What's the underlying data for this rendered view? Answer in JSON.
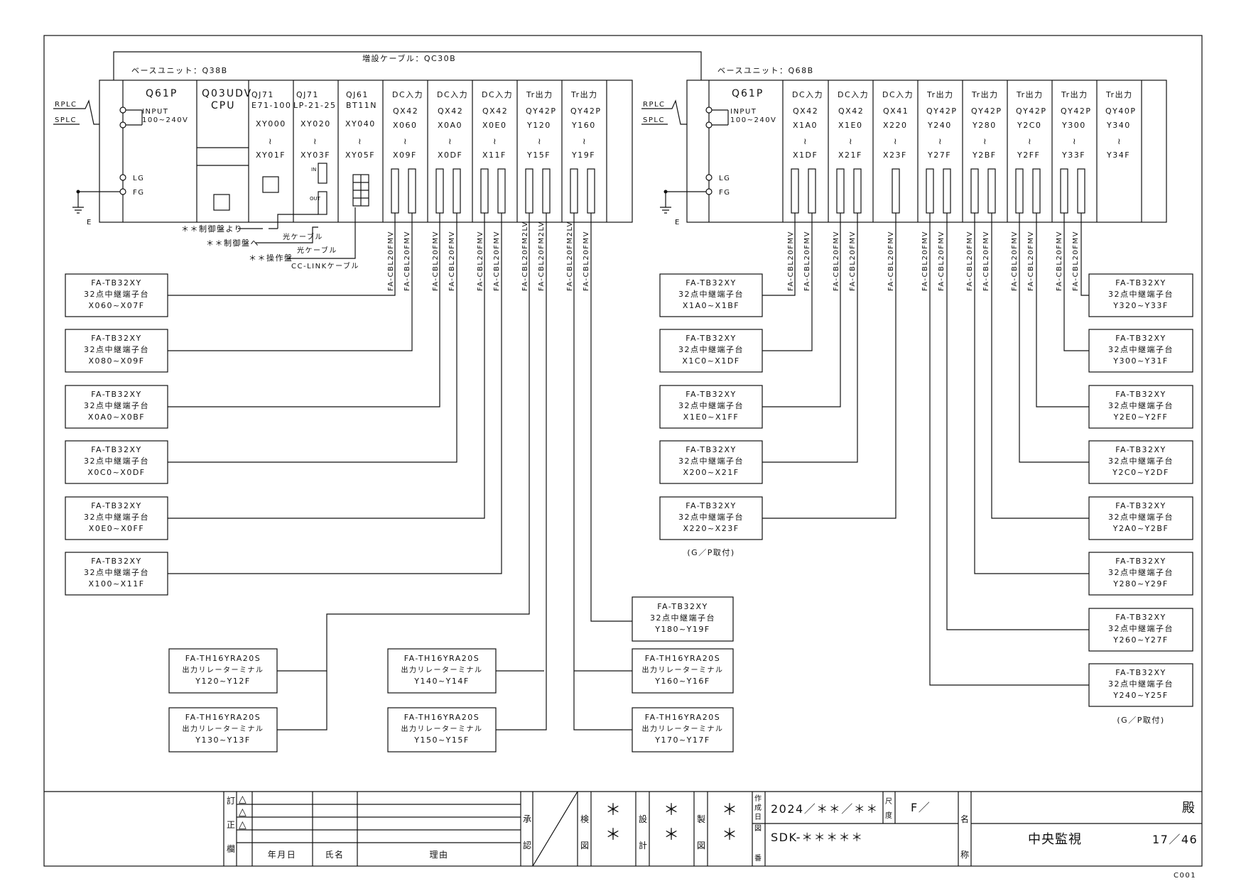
{
  "ext_cable": "増設ケーブル：QC30B",
  "left_base": {
    "base_label": "ベースユニット：Q38B",
    "psu": {
      "name": "Q61P",
      "input": "INPUT",
      "voltage": "100~240V",
      "rplc": "RPLC",
      "splc": "SPLC",
      "lg": "LG",
      "fg": "FG",
      "e": "E"
    },
    "cpu": {
      "name": "Q03UDV",
      "sub": "CPU"
    },
    "slots": [
      {
        "l1": "QJ71",
        "l2": "E71-100",
        "l3": "XY000",
        "l5": "XY01F"
      },
      {
        "l1": "QJ71",
        "l2": "LP-21-25",
        "l3": "XY020",
        "l5": "XY03F",
        "in": "IN",
        "out": "OUT"
      },
      {
        "l1": "QJ61",
        "l2": "BT11N",
        "l3": "XY040",
        "l5": "XY05F"
      },
      {
        "l1": "DC入力",
        "l2": "QX42",
        "l3": "X060",
        "l5": "X09F"
      },
      {
        "l1": "DC入力",
        "l2": "QX42",
        "l3": "X0A0",
        "l5": "X0DF"
      },
      {
        "l1": "DC入力",
        "l2": "QX42",
        "l3": "X0E0",
        "l5": "X11F"
      },
      {
        "l1": "Tr出力",
        "l2": "QY42P",
        "l3": "Y120",
        "l5": "Y15F"
      },
      {
        "l1": "Tr出力",
        "l2": "QY42P",
        "l3": "Y160",
        "l5": "Y19F"
      }
    ],
    "cables": [
      "FA-CBL20FMV",
      "FA-CBL20FMV",
      "FA-CBL20FMV",
      "FA-CBL20FMV",
      "FA-CBL20FMV",
      "FA-CBL20FMV",
      "FA-CBL20FM2LV",
      "FA-CBL20FM2LV",
      "FA-CBL20FM2LV",
      "FA-CBL20FMV"
    ],
    "notes": {
      "from_panel": "＊＊制御盤より",
      "to_panel": "＊＊制御盤へ",
      "op_panel": "＊＊操作盤",
      "opt1": "光ケーブル",
      "opt2": "光ケーブル",
      "cclink": "CC-LINKケーブル"
    },
    "terminals": [
      {
        "l1": "FA-TB32XY",
        "l2": "32点中継端子台",
        "l3": "X060~X07F"
      },
      {
        "l1": "FA-TB32XY",
        "l2": "32点中継端子台",
        "l3": "X080~X09F"
      },
      {
        "l1": "FA-TB32XY",
        "l2": "32点中継端子台",
        "l3": "X0A0~X0BF"
      },
      {
        "l1": "FA-TB32XY",
        "l2": "32点中継端子台",
        "l3": "X0C0~X0DF"
      },
      {
        "l1": "FA-TB32XY",
        "l2": "32点中継端子台",
        "l3": "X0E0~X0FF"
      },
      {
        "l1": "FA-TB32XY",
        "l2": "32点中継端子台",
        "l3": "X100~X11F"
      }
    ],
    "relays": [
      {
        "l1": "FA-TH16YRA20S",
        "l2": "出力リレーターミナル",
        "l3": "Y120~Y12F"
      },
      {
        "l1": "FA-TH16YRA20S",
        "l2": "出力リレーターミナル",
        "l3": "Y130~Y13F"
      },
      {
        "l1": "FA-TH16YRA20S",
        "l2": "出力リレーターミナル",
        "l3": "Y140~Y14F"
      },
      {
        "l1": "FA-TH16YRA20S",
        "l2": "出力リレーターミナル",
        "l3": "Y150~Y15F"
      },
      {
        "l1": "FA-TB32XY",
        "l2": "32点中継端子台",
        "l3": "Y180~Y19F"
      },
      {
        "l1": "FA-TH16YRA20S",
        "l2": "出力リレーターミナル",
        "l3": "Y160~Y16F"
      },
      {
        "l1": "FA-TH16YRA20S",
        "l2": "出力リレーターミナル",
        "l3": "Y170~Y17F"
      }
    ]
  },
  "right_base": {
    "base_label": "ベースユニット：Q68B",
    "psu": {
      "name": "Q61P",
      "input": "INPUT",
      "voltage": "100~240V",
      "rplc": "RPLC",
      "splc": "SPLC",
      "lg": "LG",
      "fg": "FG",
      "e": "E"
    },
    "slots": [
      {
        "l1": "DC入力",
        "l2": "QX42",
        "l3": "X1A0",
        "l5": "X1DF"
      },
      {
        "l1": "DC入力",
        "l2": "QX42",
        "l3": "X1E0",
        "l5": "X21F"
      },
      {
        "l1": "DC入力",
        "l2": "QX41",
        "l3": "X220",
        "l5": "X23F"
      },
      {
        "l1": "Tr出力",
        "l2": "QY42P",
        "l3": "Y240",
        "l5": "Y27F"
      },
      {
        "l1": "Tr出力",
        "l2": "QY42P",
        "l3": "Y280",
        "l5": "Y2BF"
      },
      {
        "l1": "Tr出力",
        "l2": "QY42P",
        "l3": "Y2C0",
        "l5": "Y2FF"
      },
      {
        "l1": "Tr出力",
        "l2": "QY42P",
        "l3": "Y300",
        "l5": "Y33F"
      },
      {
        "l1": "Tr出力",
        "l2": "QY40P",
        "l3": "Y340",
        "l5": "Y34F"
      }
    ],
    "cables": [
      "FA-CBL20FMV",
      "FA-CBL20FMV",
      "FA-CBL20FMV",
      "FA-CBL20FMV",
      "FA-CBL20FMV",
      "FA-CBL20FMV",
      "FA-CBL20FMV",
      "FA-CBL20FMV",
      "FA-CBL20FMV",
      "FA-CBL20FMV",
      "FA-CBL20FMV",
      "FA-CBL20FMV",
      "FA-CBL20FMV"
    ],
    "left_terminals": [
      {
        "l1": "FA-TB32XY",
        "l2": "32点中継端子台",
        "l3": "X1A0~X1BF"
      },
      {
        "l1": "FA-TB32XY",
        "l2": "32点中継端子台",
        "l3": "X1C0~X1DF"
      },
      {
        "l1": "FA-TB32XY",
        "l2": "32点中継端子台",
        "l3": "X1E0~X1FF"
      },
      {
        "l1": "FA-TB32XY",
        "l2": "32点中継端子台",
        "l3": "X200~X21F"
      },
      {
        "l1": "FA-TB32XY",
        "l2": "32点中継端子台",
        "l3": "X220~X23F"
      }
    ],
    "left_note": "(G／P取付)",
    "right_terminals": [
      {
        "l1": "FA-TB32XY",
        "l2": "32点中継端子台",
        "l3": "Y320~Y33F"
      },
      {
        "l1": "FA-TB32XY",
        "l2": "32点中継端子台",
        "l3": "Y300~Y31F"
      },
      {
        "l1": "FA-TB32XY",
        "l2": "32点中継端子台",
        "l3": "Y2E0~Y2FF"
      },
      {
        "l1": "FA-TB32XY",
        "l2": "32点中継端子台",
        "l3": "Y2C0~Y2DF"
      },
      {
        "l1": "FA-TB32XY",
        "l2": "32点中継端子台",
        "l3": "Y2A0~Y2BF"
      },
      {
        "l1": "FA-TB32XY",
        "l2": "32点中継端子台",
        "l3": "Y280~Y29F"
      },
      {
        "l1": "FA-TB32XY",
        "l2": "32点中継端子台",
        "l3": "Y260~Y27F"
      },
      {
        "l1": "FA-TB32XY",
        "l2": "32点中継端子台",
        "l3": "Y240~Y25F"
      }
    ],
    "right_note": "(G／P取付)"
  },
  "title_block": {
    "rev_label": [
      "訂",
      "正",
      "欄"
    ],
    "rev_marks": [
      "△",
      "△",
      "△"
    ],
    "col_date": "年月日",
    "col_name": "氏名",
    "col_reason": "理由",
    "approve": [
      "承",
      "認"
    ],
    "check": [
      "検",
      "図"
    ],
    "design": [
      "設",
      "計"
    ],
    "draw": [
      "製",
      "図"
    ],
    "stars": [
      "＊",
      "＊",
      "＊",
      "＊",
      "＊",
      "＊"
    ],
    "created": [
      "作",
      "成",
      "日"
    ],
    "created_value": "2024／＊＊／＊＊",
    "scale": [
      "尺",
      "度"
    ],
    "scale_value": "F／",
    "drawing_no": [
      "図",
      "番"
    ],
    "drawing_no_value": "SDK-＊＊＊＊＊",
    "name": [
      "名",
      "称"
    ],
    "dono": "殿",
    "title": "中央監視",
    "sheet": "17／46",
    "code": "C001"
  }
}
